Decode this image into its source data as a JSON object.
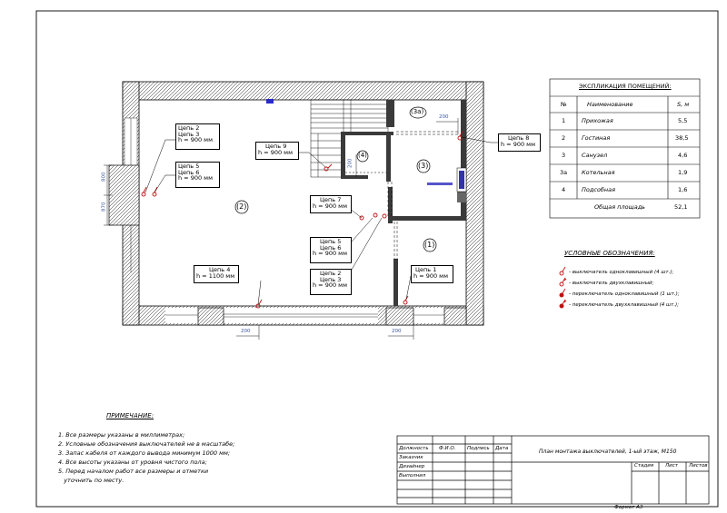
{
  "rooms": [
    {
      "number": "(2)"
    },
    {
      "number": "(4)"
    },
    {
      "number": "(3)"
    },
    {
      "number": "(3а)"
    },
    {
      "number": "(1)"
    }
  ],
  "circuit_labels": [
    {
      "lines": [
        "Цепь 2",
        "Цепь 3",
        "h = 900 мм"
      ]
    },
    {
      "lines": [
        "Цепь 5",
        "Цепь 6",
        "h = 900 мм"
      ]
    },
    {
      "lines": [
        "Цепь 9",
        "h = 900 мм"
      ]
    },
    {
      "lines": [
        "Цепь 8",
        "h = 900 мм"
      ]
    },
    {
      "lines": [
        "Цепь 7",
        "h = 900 мм"
      ]
    },
    {
      "lines": [
        "Цепь 5",
        "Цепь 6",
        "h = 900 мм"
      ]
    },
    {
      "lines": [
        "Цепь 2",
        "Цепь 3",
        "h = 900 мм"
      ]
    },
    {
      "lines": [
        "Цепь 4",
        "h = 1100 мм"
      ]
    },
    {
      "lines": [
        "Цепь 1",
        "h = 900 мм"
      ]
    }
  ],
  "dimensions": {
    "d800": "800",
    "d870": "870",
    "d200_bottom_left": "200",
    "d200_bottom_right": "200",
    "d200_top": "200",
    "d200_vertical": "200"
  },
  "explication": {
    "title": "ЭКСПЛИКАЦИЯ ПОМЕЩЕНИЙ:",
    "headers": [
      "№",
      "Наименование",
      "S, м"
    ],
    "rows": [
      {
        "num": "1",
        "name": "Прихожая",
        "area": "5,5"
      },
      {
        "num": "2",
        "name": "Гостиная",
        "area": "38,5"
      },
      {
        "num": "3",
        "name": "Санузел",
        "area": "4,6"
      },
      {
        "num": "3а",
        "name": "Котельная",
        "area": "1,9"
      },
      {
        "num": "4",
        "name": "Подсобная",
        "area": "1,6"
      }
    ],
    "total_label": "Общая площадь",
    "total_value": "52,1"
  },
  "legend": {
    "title": "УСЛОВНЫЕ ОБОЗНАЧЕНИЯ:",
    "items": [
      {
        "text": "- выключатель одноклавишный (4 шт.);"
      },
      {
        "text": "- выключатель двухклавишный;"
      },
      {
        "text": "- переключатель одноклавишный (1 шт.);"
      },
      {
        "text": "- переключатель двухклавишный (4 шт.);"
      }
    ]
  },
  "notes": {
    "title": "ПРИМЕЧАНИЕ:",
    "items": [
      "1. Все размеры указаны в миллиметрах;",
      "2. Условные обозначения выключателей не в масштабе;",
      "3. Запас кабеля от каждого вывода минимум 1000 мм;",
      "4. Все высоты указаны от уровня чистого пола;",
      "5. Перед началом работ все размеры и отметки",
      "   уточнить по месту."
    ]
  },
  "stamp": {
    "rows": [
      "Должность",
      "Заказчик",
      "Дизайнер",
      "Выполнил"
    ],
    "cols": [
      "Ф.И.О.",
      "Подпись",
      "Дата"
    ],
    "title": "План монтажа выключателей, 1-ый этаж, М150",
    "stage": "Стадия",
    "sheet": "Лист",
    "sheets": "Листов",
    "format": "Формат А3"
  }
}
